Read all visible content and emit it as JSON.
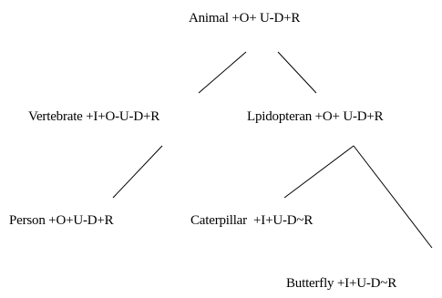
{
  "diagram": {
    "nodes": {
      "animal": "Animal +O+ U-D+R",
      "vertebrate": "Vertebrate +I+O-U-D+R",
      "lepidopteran": "Lpidopteran +O+ U-D+R",
      "person": "Person +O+U-D+R",
      "caterpillar": "Caterpillar  +I+U-D~R",
      "butterfly": "Butterfly +I+U-D~R"
    },
    "edges": [
      {
        "from": "animal",
        "to": "vertebrate"
      },
      {
        "from": "animal",
        "to": "lepidopteran"
      },
      {
        "from": "vertebrate",
        "to": "person"
      },
      {
        "from": "lepidopteran",
        "to": "caterpillar"
      },
      {
        "from": "lepidopteran",
        "to": "butterfly"
      }
    ]
  }
}
